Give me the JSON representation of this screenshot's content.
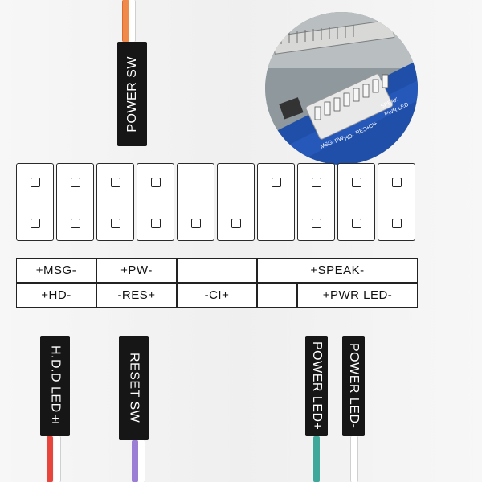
{
  "connectors": {
    "power_sw": "POWER SW",
    "hdd_led": "H.D.D LED±",
    "reset_sw": "RESET SW",
    "power_led_plus": "POWER LED+",
    "power_led_minus": "POWER LED-"
  },
  "labels": {
    "row1": {
      "msg": "+MSG-",
      "pw": "+PW-",
      "speak": "+SPEAK-"
    },
    "row2": {
      "hd": "+HD-",
      "res": "-RES+",
      "ci": "-CI+",
      "pwr_led": "+PWR LED-"
    }
  },
  "photo": {
    "board_text": [
      "MSG-",
      "PW-",
      "HD-",
      "RES+",
      "-CI+",
      "SPEAK",
      "PWR LED"
    ]
  },
  "colors": {
    "orange_wire": "#f08a4b",
    "red_wire": "#e8453c",
    "purple_wire": "#9b7fd4",
    "teal_wire": "#3fa89a",
    "white_wire": "#ffffff",
    "board_blue": "#1f4fa8"
  }
}
